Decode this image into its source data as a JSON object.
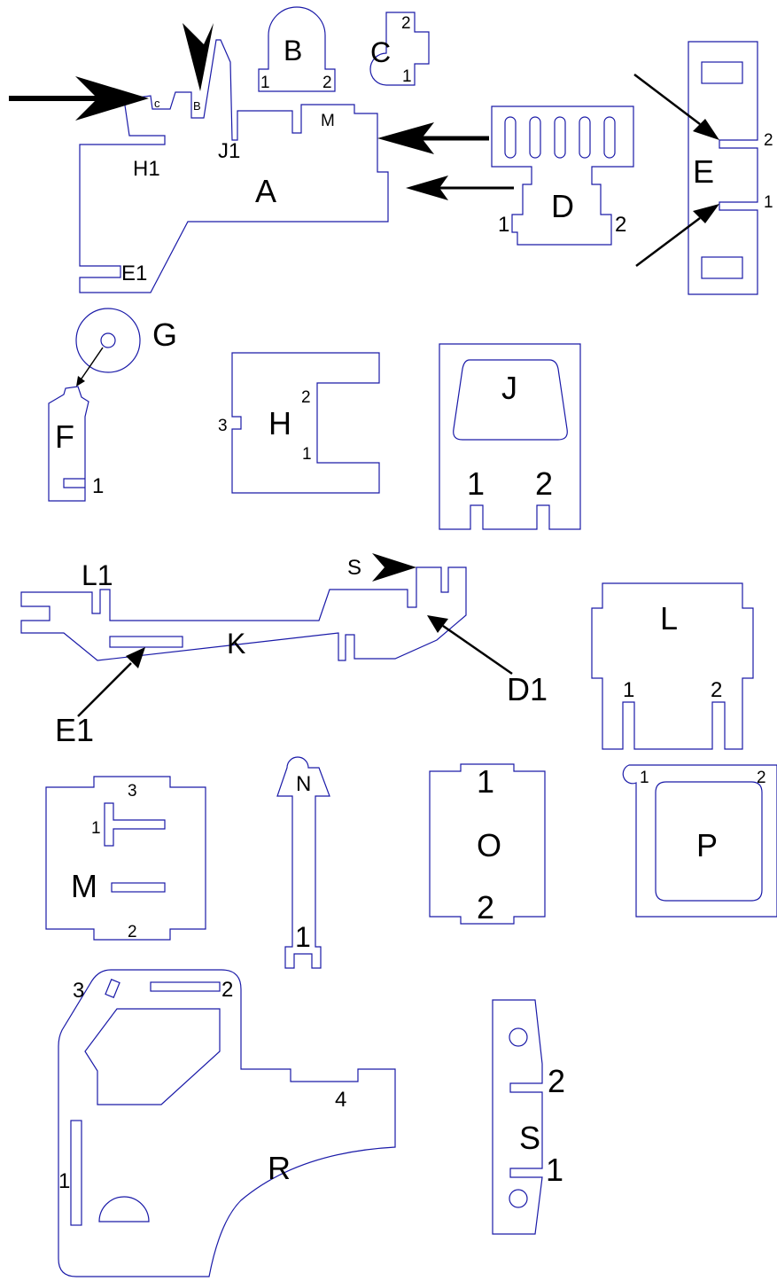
{
  "pieces": {
    "A": {
      "name": "A",
      "tabs": {
        "c": "c",
        "b": "B",
        "j1": "J1",
        "m": "M",
        "h1": "H1",
        "e1": "E1"
      }
    },
    "B": {
      "name": "B",
      "slots": [
        "1",
        "2"
      ]
    },
    "C": {
      "name": "C",
      "slots": [
        "2",
        "1"
      ]
    },
    "D": {
      "name": "D",
      "slots": [
        "1",
        "2"
      ]
    },
    "E": {
      "name": "E",
      "slots": [
        "2",
        "1"
      ]
    },
    "F": {
      "name": "F",
      "slots": [
        "1"
      ]
    },
    "G": {
      "name": "G"
    },
    "H": {
      "name": "H",
      "slots": [
        "2",
        "3",
        "1"
      ]
    },
    "J": {
      "name": "J",
      "slots": [
        "1",
        "2"
      ]
    },
    "K": {
      "name": "K",
      "tabs": {
        "l1": "L1",
        "s": "S",
        "d1": "D1",
        "e1": "E1"
      }
    },
    "L": {
      "name": "L",
      "slots": [
        "1",
        "2"
      ]
    },
    "M": {
      "name": "M",
      "slots": [
        "3",
        "1",
        "2"
      ]
    },
    "N": {
      "name": "N",
      "slots": [
        "1"
      ]
    },
    "O": {
      "name": "O",
      "slots": [
        "1",
        "2"
      ]
    },
    "P": {
      "name": "P",
      "slots": [
        "1",
        "2"
      ]
    },
    "R": {
      "name": "R",
      "slots": [
        "3",
        "2",
        "4",
        "1"
      ]
    },
    "S": {
      "name": "S",
      "slots": [
        "2",
        "1"
      ]
    }
  },
  "colors": {
    "cut_line": "#1a1aa8",
    "arrows": "#000000",
    "background": "#ffffff"
  }
}
